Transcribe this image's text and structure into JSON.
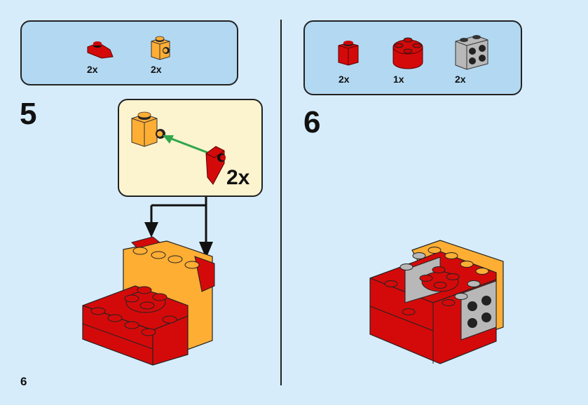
{
  "page": {
    "number": "6"
  },
  "steps": [
    {
      "number": "5",
      "parts": [
        {
          "name": "red-curved-slope-plate",
          "qty": "2x",
          "color": "#d40a0a"
        },
        {
          "name": "orange-brick-1x1-side-stud",
          "qty": "2x",
          "color": "#ffae34"
        }
      ],
      "callout": {
        "qty": "2x",
        "arrow_color": "#2fa74a"
      }
    },
    {
      "number": "6",
      "parts": [
        {
          "name": "red-brick-1x1",
          "qty": "2x",
          "color": "#d40a0a"
        },
        {
          "name": "red-round-brick-2x2",
          "qty": "1x",
          "color": "#d40a0a"
        },
        {
          "name": "grey-brick-1x2-side-studs",
          "qty": "2x",
          "color": "#b8b8b8"
        }
      ]
    }
  ],
  "colors": {
    "background": "#d7ecfb",
    "parts_box": "#b3d8f1",
    "callout": "#fcf3cf",
    "red": "#d40a0a",
    "orange": "#ffae34",
    "grey": "#b8b8b8"
  }
}
